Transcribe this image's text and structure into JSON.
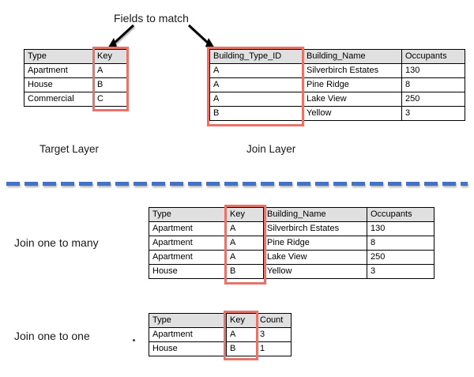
{
  "annotations": {
    "fields_to_match": "Fields to match",
    "target_layer": "Target Layer",
    "join_layer": "Join Layer",
    "join_one_to_many": "Join one to many",
    "join_one_to_one": "Join one to one"
  },
  "colors": {
    "highlight": "#e8736a",
    "divider": "#4472c4",
    "header_fill": "#e0e0e0",
    "border": "#000000",
    "text": "#1a1a1a"
  },
  "target_table": {
    "headers": [
      "Type",
      "Key"
    ],
    "rows": [
      [
        "Apartment",
        "A"
      ],
      [
        "House",
        "B"
      ],
      [
        "Commercial",
        "C"
      ]
    ],
    "highlight_column": "Key"
  },
  "join_table": {
    "headers": [
      "Building_Type_ID",
      "Building_Name",
      "Occupants"
    ],
    "rows": [
      [
        "A",
        "Silverbirch Estates",
        "130"
      ],
      [
        "A",
        "Pine Ridge",
        "8"
      ],
      [
        "A",
        "Lake View",
        "250"
      ],
      [
        "B",
        "Yellow",
        "3"
      ]
    ],
    "highlight_column": "Building_Type_ID"
  },
  "one_to_many_table": {
    "headers": [
      "Type",
      "Key",
      "Building_Name",
      "Occupants"
    ],
    "rows": [
      [
        "Apartment",
        "A",
        "Silverbirch Estates",
        "130"
      ],
      [
        "Apartment",
        "A",
        "Pine Ridge",
        "8"
      ],
      [
        "Apartment",
        "A",
        "Lake View",
        "250"
      ],
      [
        "House",
        "B",
        "Yellow",
        "3"
      ]
    ],
    "highlight_column": "Key"
  },
  "one_to_one_table": {
    "headers": [
      "Type",
      "Key",
      "Count"
    ],
    "rows": [
      [
        "Apartment",
        "A",
        "3"
      ],
      [
        "House",
        "B",
        "1"
      ]
    ],
    "highlight_column": "Key"
  },
  "icons": {
    "arrow_left": "arrow-down-left-icon",
    "arrow_right": "arrow-down-right-icon",
    "divider": "dashed-divider"
  }
}
